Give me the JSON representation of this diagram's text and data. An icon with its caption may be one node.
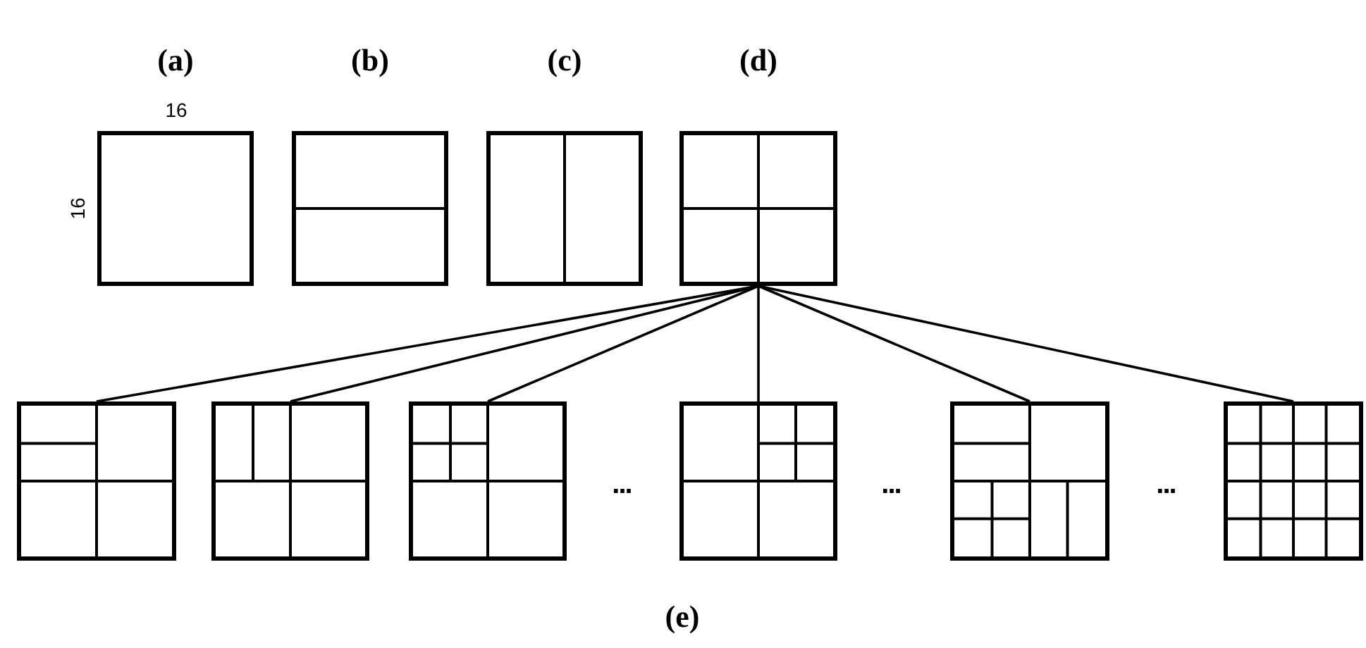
{
  "diagram": {
    "nodes": [
      {
        "text": [],
        "shape": "box",
        "beside": [
          "(a)"
        ]
      },
      {
        "text": [],
        "shape": "box",
        "beside": [
          "(b)"
        ]
      },
      {
        "text": [],
        "shape": "box",
        "beside": [
          "(c)"
        ]
      },
      {
        "text": [],
        "shape": "box",
        "beside": [
          "(d)"
        ]
      },
      {
        "text": [],
        "shape": "box"
      },
      {
        "text": [],
        "shape": "box"
      },
      {
        "text": [],
        "shape": "box"
      },
      {
        "text": [],
        "shape": "box"
      },
      {
        "text": [],
        "shape": "box"
      },
      {
        "text": [],
        "shape": "box"
      }
    ],
    "edges": [
      {
        "from": 3,
        "to": 4,
        "arrow": "none"
      },
      {
        "from": 3,
        "to": 5,
        "arrow": "none"
      },
      {
        "from": 3,
        "to": 6,
        "arrow": "none"
      },
      {
        "from": 3,
        "to": 7,
        "arrow": "none"
      },
      {
        "from": 3,
        "to": 8,
        "arrow": "none"
      },
      {
        "from": 3,
        "to": 9,
        "arrow": "none"
      }
    ],
    "labels": [
      "16",
      "16",
      "...",
      "...",
      "...",
      "(e)"
    ]
  }
}
